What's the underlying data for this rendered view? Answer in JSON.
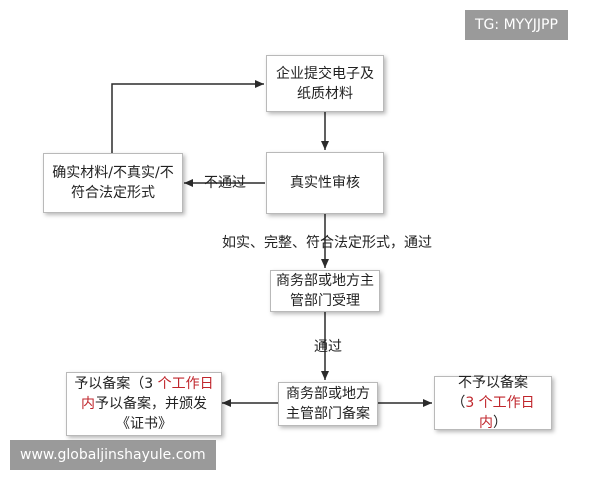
{
  "nodes": {
    "submit": {
      "line1": "企业提交电子及",
      "line2": "纸质材料"
    },
    "review": {
      "text": "真实性审核"
    },
    "reject": {
      "line1": "确实材料/不真实/不",
      "line2": "符合法定形式"
    },
    "accept": {
      "line1": "商务部或地方主",
      "line2": "管部门受理"
    },
    "filing": {
      "line1": "商务部或地方",
      "line2": "主管部门备案"
    },
    "approve": {
      "line1a": "予以备案（3 ",
      "line1b": "个工作日",
      "line2a": "内",
      "line2b": "予以备案，并颁发",
      "line3": "《证书》"
    },
    "deny": {
      "line1": "不予以备案",
      "line2a": "（",
      "line2b": "3 个工作日内",
      "line2c": "）"
    }
  },
  "edge_labels": {
    "not_pass": "不通过",
    "pass_condition": "如实、完整、符合法定形式，通过",
    "pass": "通过"
  },
  "watermarks": {
    "top_right": "TG: MYYJJPP",
    "bottom_left": "www.globaljinshayule.com"
  },
  "colors": {
    "box_border": "#b9b9b9",
    "highlight": "#c0262c",
    "text": "#222222",
    "arrow": "#2b2b2b"
  }
}
